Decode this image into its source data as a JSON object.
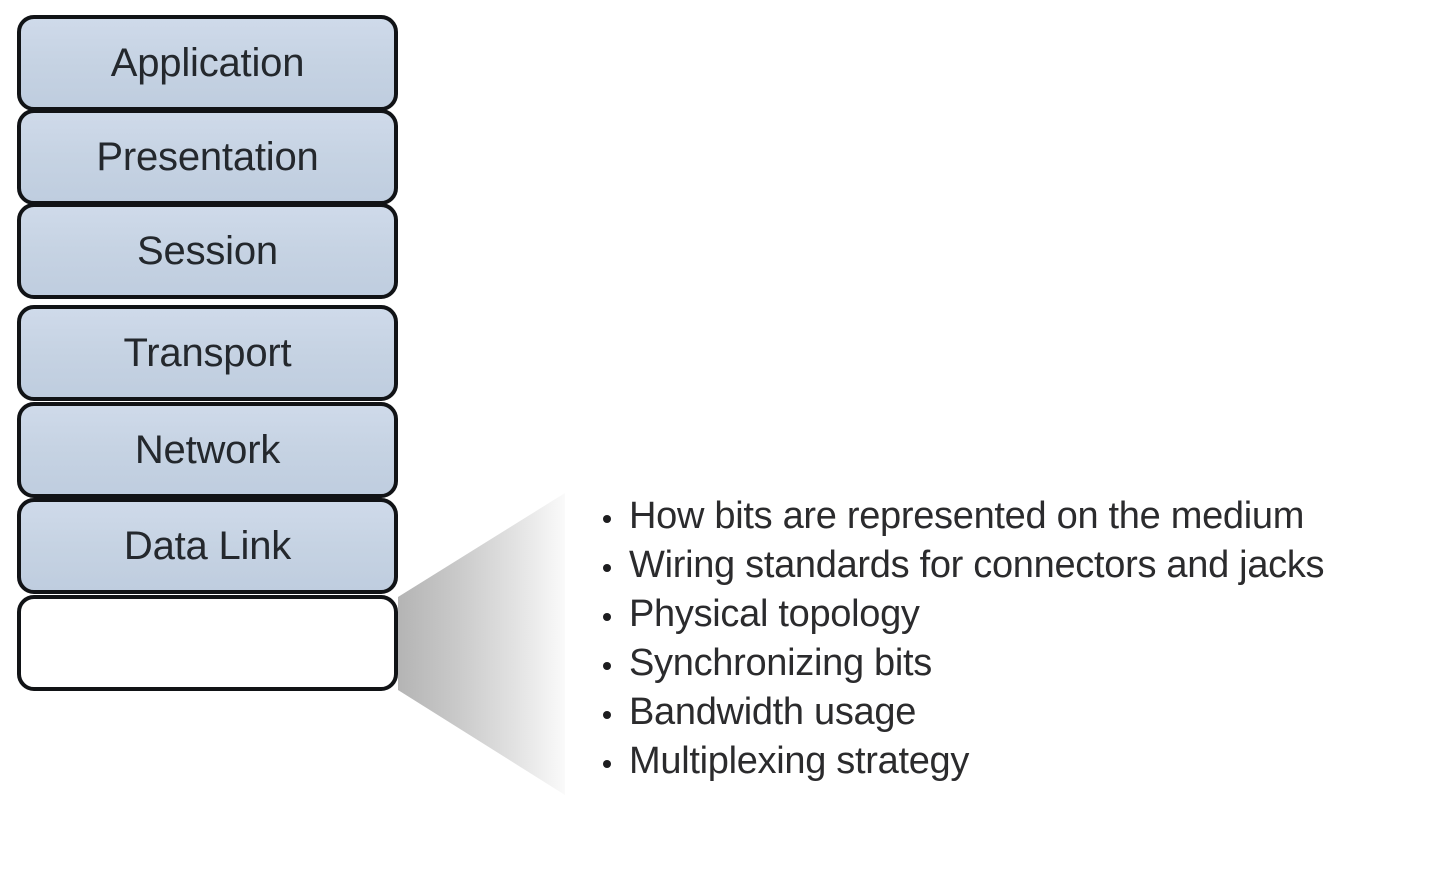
{
  "diagram": {
    "title": "OSI model layer stack with Physical layer callout",
    "background_color": "#ffffff"
  },
  "stack": {
    "name": "osi-layer-stack",
    "box_fill_color": "#c8d5e5",
    "box_border_color": "#111316",
    "empty_box_fill_color": "#ffffff",
    "layers": [
      {
        "label": "Application",
        "empty": false
      },
      {
        "label": "Presentation",
        "empty": false
      },
      {
        "label": "Session",
        "empty": false
      },
      {
        "label": "Transport",
        "empty": false
      },
      {
        "label": "Network",
        "empty": false
      },
      {
        "label": "Data Link",
        "empty": false
      },
      {
        "label": "",
        "empty": true
      }
    ]
  },
  "callout": {
    "name": "physical-layer-callout",
    "shape": "trapezoid-wedge",
    "gradient_from": "#b6b6b6",
    "gradient_to": "#ffffff",
    "bullet_color": "#1d1d1f",
    "text_color": "#2b2b2d",
    "items": [
      "How bits are represented on the medium",
      "Wiring standards for connectors and jacks",
      "Physical topology",
      "Synchronizing bits",
      "Bandwidth usage",
      "Multiplexing strategy"
    ]
  }
}
